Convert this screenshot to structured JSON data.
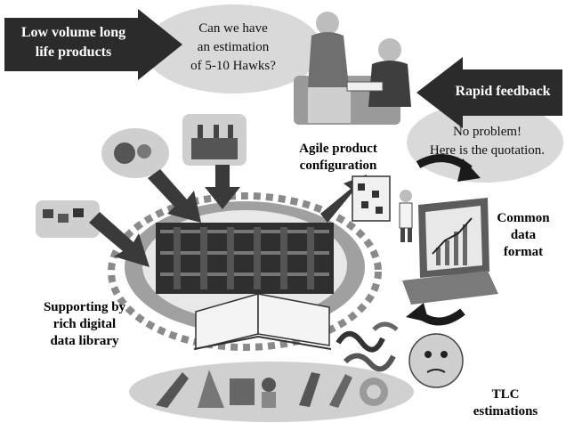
{
  "banners": {
    "low_volume": [
      "Low volume long",
      "life products"
    ],
    "rapid_feedback": "Rapid feedback"
  },
  "bubbles": {
    "question": [
      "Can we have",
      "an estimation",
      "of 5-10 Hawks?"
    ],
    "answer": [
      "No problem!",
      "Here is the quotation."
    ]
  },
  "labels": {
    "agile": [
      "Agile product",
      "configuration"
    ],
    "common": [
      "Common",
      "data",
      "format"
    ],
    "supporting": [
      "Supporting by",
      "rich digital",
      "data library"
    ],
    "tlc": [
      "TLC",
      "estimations"
    ]
  },
  "colors": {
    "banner_fill": "#2b2b2b",
    "bubble_fill": "#d9d9d9",
    "ring_fill": "#a0a0a0",
    "dashed_ring": "#8a8a8a",
    "arrow_fill": "#3a3a3a"
  }
}
